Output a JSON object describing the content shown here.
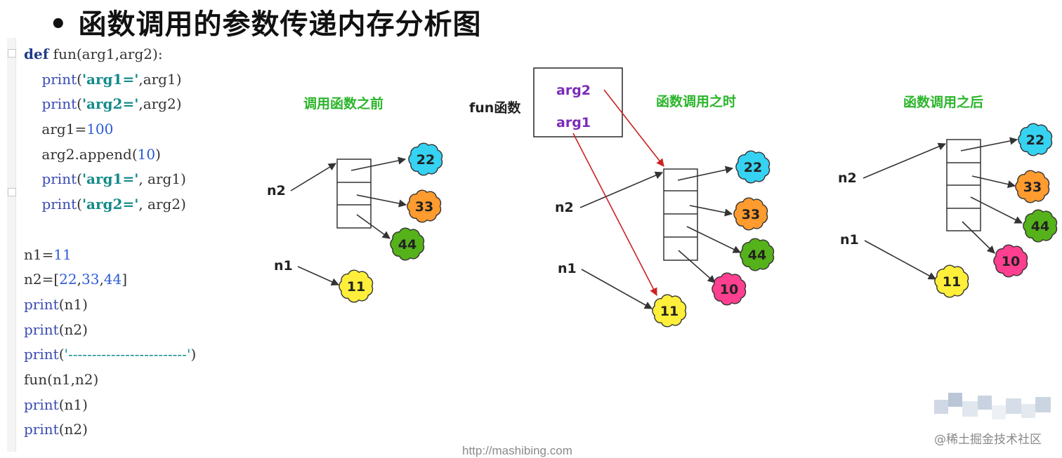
{
  "title": "• 函数调用的参数传递内存分析图",
  "code": {
    "lines": [
      [
        {
          "t": "def",
          "c": "kw"
        },
        {
          "t": " fun(arg1,arg2):",
          "c": ""
        }
      ],
      [
        {
          "t": "    ",
          "c": ""
        },
        {
          "t": "print",
          "c": "fn"
        },
        {
          "t": "(",
          "c": ""
        },
        {
          "t": "'arg1='",
          "c": "str"
        },
        {
          "t": ",arg1)",
          "c": ""
        }
      ],
      [
        {
          "t": "    ",
          "c": ""
        },
        {
          "t": "print",
          "c": "fn"
        },
        {
          "t": "(",
          "c": ""
        },
        {
          "t": "'arg2='",
          "c": "str"
        },
        {
          "t": ",arg2)",
          "c": ""
        }
      ],
      [
        {
          "t": "    arg1=",
          "c": ""
        },
        {
          "t": "100",
          "c": "num"
        }
      ],
      [
        {
          "t": "    arg2.append(",
          "c": ""
        },
        {
          "t": "10",
          "c": "num"
        },
        {
          "t": ")",
          "c": ""
        }
      ],
      [
        {
          "t": "    ",
          "c": ""
        },
        {
          "t": "print",
          "c": "fn"
        },
        {
          "t": "(",
          "c": ""
        },
        {
          "t": "'arg1='",
          "c": "str"
        },
        {
          "t": ", arg1)",
          "c": ""
        }
      ],
      [
        {
          "t": "    ",
          "c": ""
        },
        {
          "t": "print",
          "c": "fn"
        },
        {
          "t": "(",
          "c": ""
        },
        {
          "t": "'arg2='",
          "c": "str"
        },
        {
          "t": ", arg2)",
          "c": ""
        }
      ],
      [
        {
          "t": " ",
          "c": ""
        }
      ],
      [
        {
          "t": "n1=",
          "c": ""
        },
        {
          "t": "11",
          "c": "num"
        }
      ],
      [
        {
          "t": "n2=[",
          "c": ""
        },
        {
          "t": "22",
          "c": "num"
        },
        {
          "t": ",",
          "c": ""
        },
        {
          "t": "33",
          "c": "num"
        },
        {
          "t": ",",
          "c": ""
        },
        {
          "t": "44",
          "c": "num"
        },
        {
          "t": "]",
          "c": ""
        }
      ],
      [
        {
          "t": "print",
          "c": "fn"
        },
        {
          "t": "(n1)",
          "c": ""
        }
      ],
      [
        {
          "t": "print",
          "c": "fn"
        },
        {
          "t": "(n2)",
          "c": ""
        }
      ],
      [
        {
          "t": "print",
          "c": "fn"
        },
        {
          "t": "(",
          "c": ""
        },
        {
          "t": "'-------------------------'",
          "c": "dash"
        },
        {
          "t": ")",
          "c": ""
        }
      ],
      [
        {
          "t": "fun(n1,n2)",
          "c": ""
        }
      ],
      [
        {
          "t": "print",
          "c": "fn"
        },
        {
          "t": "(n1)",
          "c": ""
        }
      ],
      [
        {
          "t": "print",
          "c": "fn"
        },
        {
          "t": "(n2)",
          "c": ""
        }
      ]
    ]
  },
  "panels": {
    "before": {
      "label": "调用函数之前",
      "n1": "n1",
      "n2": "n2"
    },
    "during": {
      "label": "函数调用之时",
      "fun_label": "fun函数",
      "arg1": "arg1",
      "arg2": "arg2",
      "n1": "n1",
      "n2": "n2"
    },
    "after": {
      "label": "函数调用之后",
      "n1": "n1",
      "n2": "n2"
    }
  },
  "values": {
    "v11": "11",
    "v22": "22",
    "v33": "33",
    "v44": "44",
    "v10": "10"
  },
  "colors": {
    "panel_label": "#2bb52b",
    "arg_label": "#7a2bb8",
    "red_arrow": "#cc2222",
    "c11": "#ffef3a",
    "c22": "#35d2f2",
    "c33": "#ff9b2f",
    "c44": "#55b21a",
    "c10": "#ff3f8f"
  },
  "footer": {
    "url": "http://mashibing.com",
    "watermark": "@稀土掘金技术社区"
  }
}
